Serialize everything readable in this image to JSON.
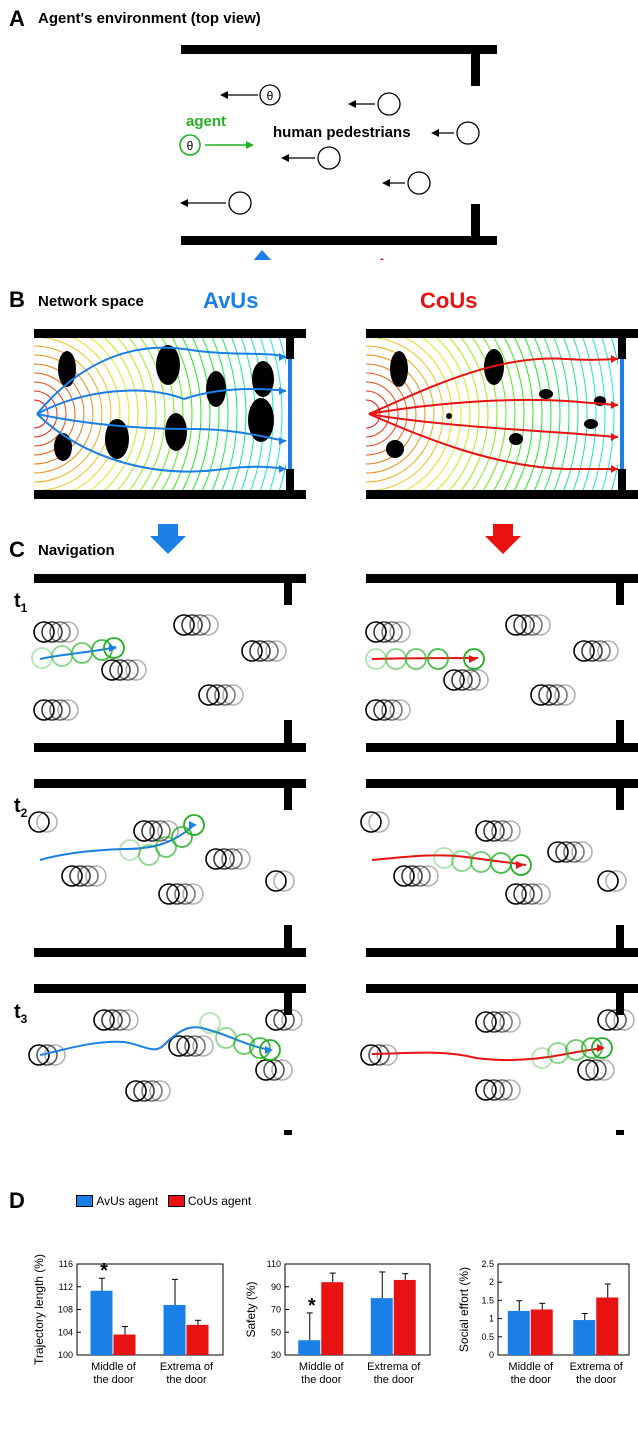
{
  "panel_a": {
    "letter": "A",
    "title": "Agent's environment (top view)",
    "agent_label": "agent",
    "pedestrians_label": "human pedestrians",
    "agent_symbol": "θ",
    "colors": {
      "agent": "#22b022",
      "wall": "#000000"
    }
  },
  "panel_b": {
    "letter": "B",
    "title": "Network space",
    "avus_label": "AvUs",
    "cous_label": "CoUs",
    "colors": {
      "avus": "#1a7fe6",
      "cous": "#e81212",
      "obstacle": "#000000"
    }
  },
  "panel_c": {
    "letter": "C",
    "title": "Navigation",
    "time_labels": [
      "t",
      "t",
      "t"
    ],
    "time_subscripts": [
      "1",
      "2",
      "3"
    ]
  },
  "panel_d": {
    "letter": "D",
    "legend": [
      "AvUs agent",
      "CoUs agent"
    ],
    "significance_mark": "*"
  },
  "chart_data": [
    {
      "type": "bar",
      "ylabel": "Trajectory length (%)",
      "categories": [
        "Middle of the door",
        "Extrema of the door"
      ],
      "category_lines": [
        [
          "Middle of",
          "the door"
        ],
        [
          "Extrema of",
          "the door"
        ]
      ],
      "yticks": [
        "100",
        "104",
        "108",
        "112",
        "116"
      ],
      "ylim": [
        100,
        116
      ],
      "series": [
        {
          "name": "AvUs agent",
          "values": [
            111.3,
            108.8
          ],
          "errors": [
            2.2,
            4.5
          ],
          "color": "#1a7fe6"
        },
        {
          "name": "CoUs agent",
          "values": [
            103.6,
            105.3
          ],
          "errors": [
            1.4,
            0.8
          ],
          "color": "#e81212"
        }
      ],
      "significant": [
        true,
        false
      ]
    },
    {
      "type": "bar",
      "ylabel": "Safety (%)",
      "categories": [
        "Middle of the door",
        "Extrema of the door"
      ],
      "category_lines": [
        [
          "Middle of",
          "the door"
        ],
        [
          "Extrema of",
          "the door"
        ]
      ],
      "yticks": [
        "30",
        "50",
        "70",
        "90",
        "110"
      ],
      "ylim": [
        30,
        110
      ],
      "series": [
        {
          "name": "AvUs agent",
          "values": [
            43,
            80
          ],
          "errors": [
            24,
            23
          ],
          "color": "#1a7fe6"
        },
        {
          "name": "CoUs agent",
          "values": [
            94,
            96
          ],
          "errors": [
            8,
            5.5
          ],
          "color": "#e81212"
        }
      ],
      "significant": [
        true,
        false
      ]
    },
    {
      "type": "bar",
      "ylabel": "Social effort (%)",
      "categories": [
        "Middle of the door",
        "Extrema of the door"
      ],
      "category_lines": [
        [
          "Middle of",
          "the door"
        ],
        [
          "Extrema of",
          "the door"
        ]
      ],
      "yticks": [
        "0",
        "0.5",
        "1",
        "1.5",
        "2",
        "2.5"
      ],
      "ylim": [
        0,
        2.5
      ],
      "series": [
        {
          "name": "AvUs agent",
          "values": [
            1.21,
            0.96
          ],
          "errors": [
            0.28,
            0.18
          ],
          "color": "#1a7fe6"
        },
        {
          "name": "CoUs agent",
          "values": [
            1.25,
            1.58
          ],
          "errors": [
            0.17,
            0.37
          ],
          "color": "#e81212"
        }
      ],
      "significant": [
        false,
        false
      ]
    }
  ]
}
